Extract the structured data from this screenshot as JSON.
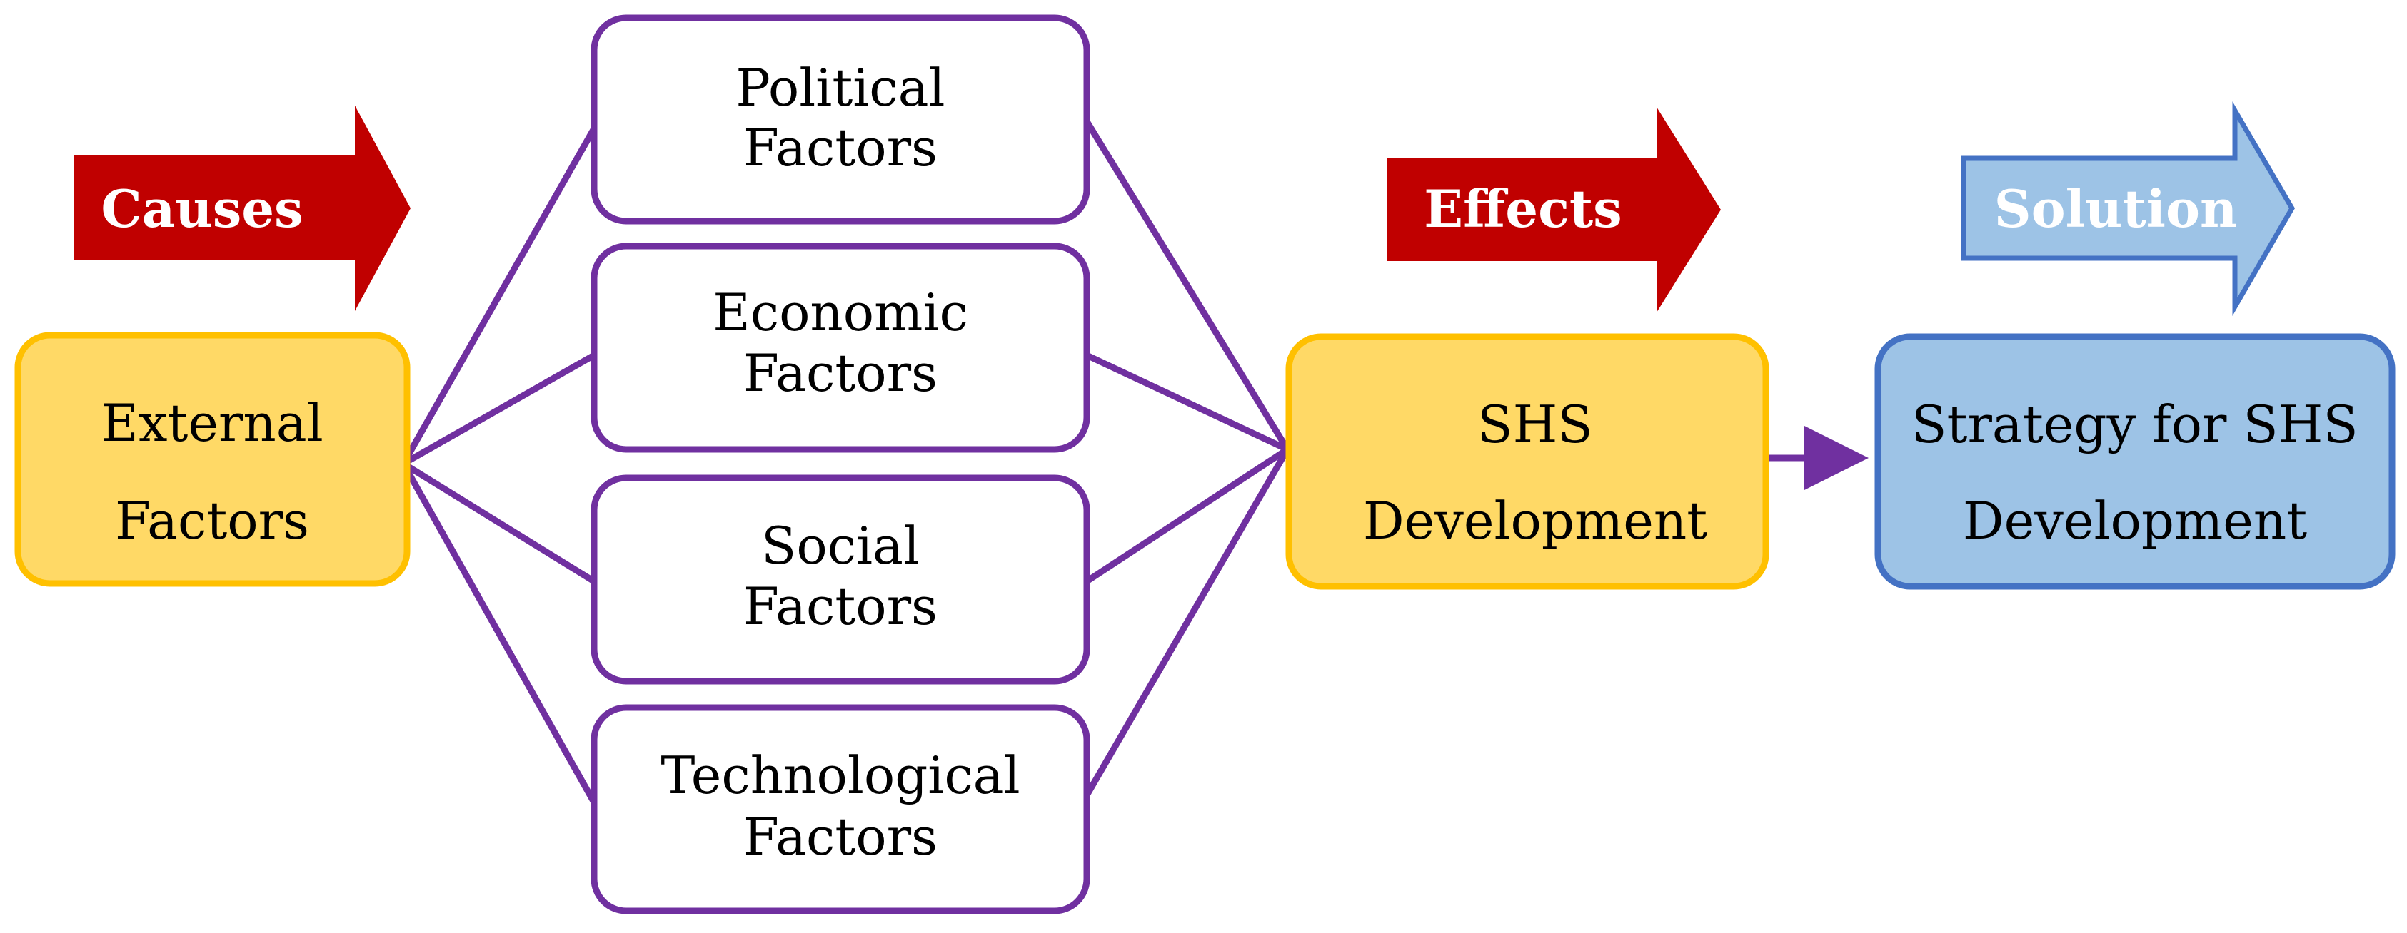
{
  "colors": {
    "cause_arrow": "#c00000",
    "effect_arrow": "#c00000",
    "solution_arrow": "#9dc3e6",
    "solution_arrow_border": "#4472c4",
    "yellow_fill": "#ffd966",
    "yellow_border": "#ffc000",
    "blue_fill": "#9dc3e6",
    "blue_border": "#4472c4",
    "factor_border": "#7030a0",
    "connector": "#7030a0"
  },
  "arrows": {
    "causes": "Causes",
    "effects": "Effects",
    "solution": "Solution"
  },
  "nodes": {
    "external": {
      "line1": "External",
      "line2": "Factors"
    },
    "political": {
      "line1": "Political",
      "line2": "Factors"
    },
    "economic": {
      "line1": "Economic",
      "line2": "Factors"
    },
    "social": {
      "line1": "Social",
      "line2": "Factors"
    },
    "technological": {
      "line1": "Technological",
      "line2": "Factors"
    },
    "shs": {
      "line1": "SHS",
      "line2": "Development"
    },
    "strategy": {
      "line1": "Strategy for SHS",
      "line2": "Development"
    }
  }
}
